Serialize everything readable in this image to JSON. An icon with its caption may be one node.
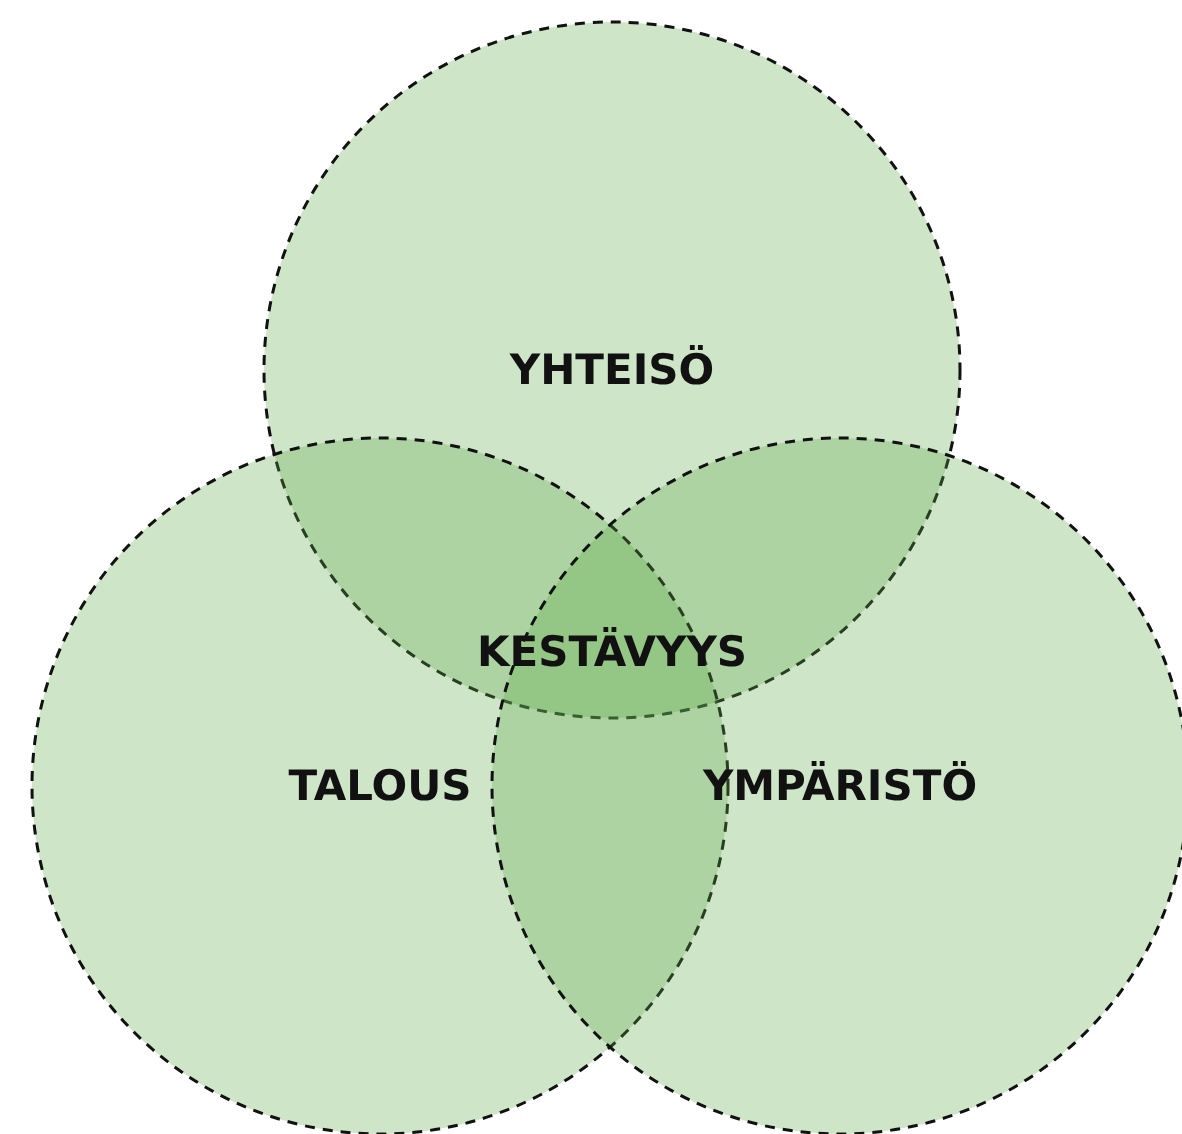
{
  "diagram": {
    "nodes": [
      {
        "text": [
          "YHTEISÖ"
        ]
      },
      {
        "text": [
          "TALOUS"
        ]
      },
      {
        "text": [
          "YMPÄRISTÖ"
        ]
      }
    ],
    "edges": [],
    "labels": [
      "KESTÄVYYS"
    ]
  }
}
